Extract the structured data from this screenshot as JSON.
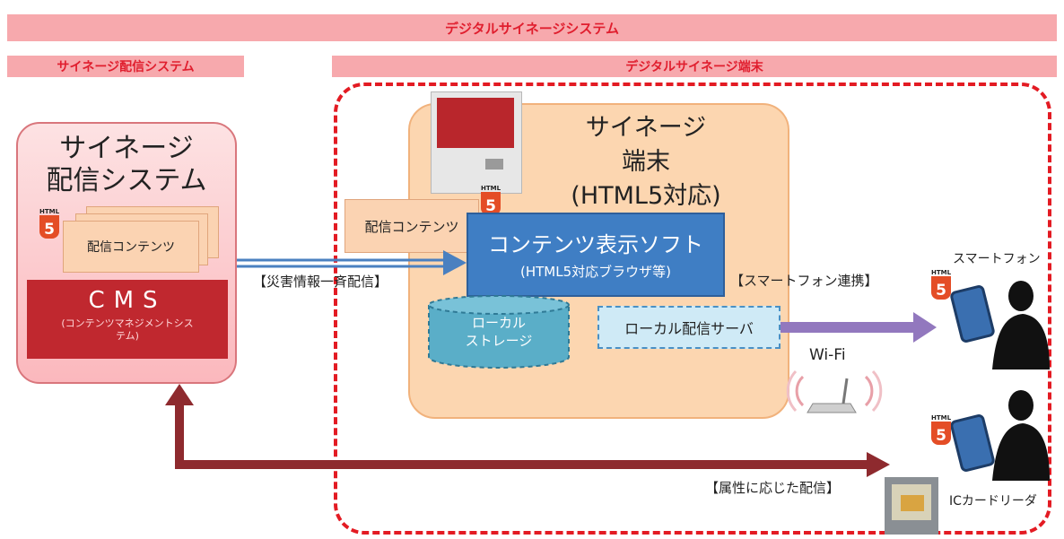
{
  "banners": {
    "system_title": "デジタルサイネージシステム",
    "distribution_title": "サイネージ配信システム",
    "terminal_title": "デジタルサイネージ端末"
  },
  "distribution_box": {
    "title_line1": "サイネージ",
    "title_line2": "配信システム",
    "content_label": "配信コンテンツ",
    "cms_title": "CMS",
    "cms_sub_line1": "(コンテンツマネジメントシス",
    "cms_sub_line2": "テム)"
  },
  "terminal_box": {
    "title_line1": "サイネージ",
    "title_line2": "端末",
    "title_line3": "(HTML5対応)",
    "content_label": "配信コンテンツ",
    "display_software_line1": "コンテンツ表示ソフト",
    "display_software_line2": "(HTML5対応ブラウザ等)",
    "local_storage_line1": "ローカル",
    "local_storage_line2": "ストレージ",
    "local_server": "ローカル配信サーバ"
  },
  "labels": {
    "disaster_broadcast": "【災害情報一斉配信】",
    "smartphone_link": "【スマートフォン連携】",
    "attribute_delivery": "【属性に応じた配信】",
    "wifi": "Wi-Fi",
    "smartphone": "スマートフォン",
    "ic_reader": "ICカードリーダ",
    "html5_tag": "HTML",
    "html5_digit": "5"
  },
  "colors": {
    "banner_bg": "#f7a9ad",
    "banner_text": "#e01e2e",
    "frame_red": "#e31b23",
    "cms_red": "#c0282f",
    "software_blue": "#3f7ec4",
    "arrow_purple": "#9278be",
    "arrow_dark_red": "#8e2a2e"
  }
}
